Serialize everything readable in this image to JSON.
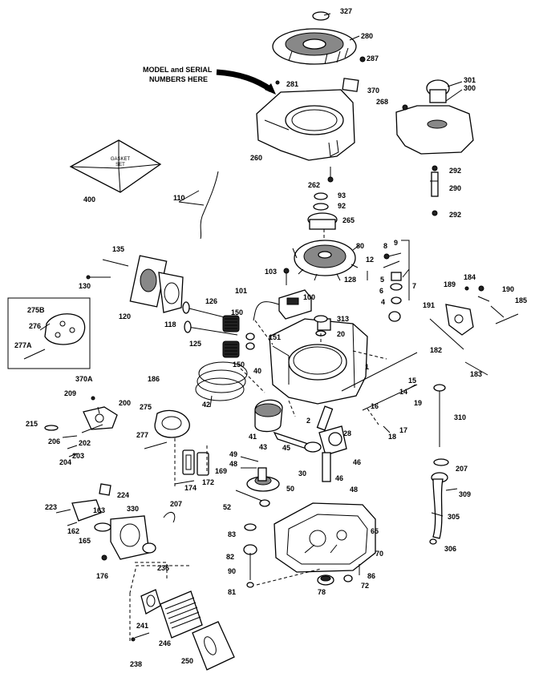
{
  "note": {
    "line1": "MODEL and SERIAL",
    "line2": "NUMBERS HERE"
  },
  "gasket_set": {
    "line1": "GASKET",
    "line2": "SET"
  },
  "labels": {
    "327": "327",
    "280": "280",
    "287": "287",
    "281": "281",
    "370": "370",
    "301": "301",
    "300": "300",
    "268": "268",
    "260": "260",
    "262": "262",
    "292a": "292",
    "290": "290",
    "292b": "292",
    "400": "400",
    "110": "110",
    "93": "93",
    "92": "92",
    "265": "265",
    "80": "80",
    "8": "8",
    "9": "9",
    "12": "12",
    "7": "7",
    "128": "128",
    "5": "5",
    "6": "6",
    "4": "4",
    "103": "103",
    "135": "135",
    "130": "130",
    "120": "120",
    "118": "118",
    "101": "101",
    "100": "100",
    "313": "313",
    "20": "20",
    "184": "184",
    "189": "189",
    "190": "190",
    "191": "191",
    "185": "185",
    "182": "182",
    "183": "183",
    "275B": "275B",
    "276": "276",
    "277A": "277A",
    "126": "126",
    "125": "125",
    "150a": "150",
    "151": "151",
    "150b": "150",
    "40": "40",
    "1": "1",
    "15": "15",
    "14": "14",
    "19": "19",
    "370A": "370A",
    "186": "186",
    "42": "42",
    "209": "209",
    "200": "200",
    "275": "275",
    "215": "215",
    "206": "206",
    "202": "202",
    "203": "203",
    "204": "204",
    "277": "277",
    "2": "2",
    "16": "16",
    "17": "17",
    "18": "18",
    "28": "28",
    "41": "41",
    "43": "43",
    "45": "45",
    "310": "310",
    "49": "49",
    "48": "48",
    "30": "30",
    "46": "46",
    "46b": "46",
    "174": "174",
    "172": "172",
    "169": "169",
    "207": "207",
    "50": "50",
    "305": "305",
    "309": "309",
    "224": "224",
    "223": "223",
    "163": "163",
    "162": "162",
    "330": "330",
    "207b": "207",
    "52": "52",
    "65": "65",
    "165": "165",
    "83": "83",
    "70": "70",
    "306": "306",
    "176": "176",
    "236": "236",
    "82": "82",
    "90": "90",
    "86": "86",
    "81": "81",
    "78": "78",
    "72": "72",
    "241": "241",
    "246": "246",
    "250": "250",
    "238": "238"
  }
}
